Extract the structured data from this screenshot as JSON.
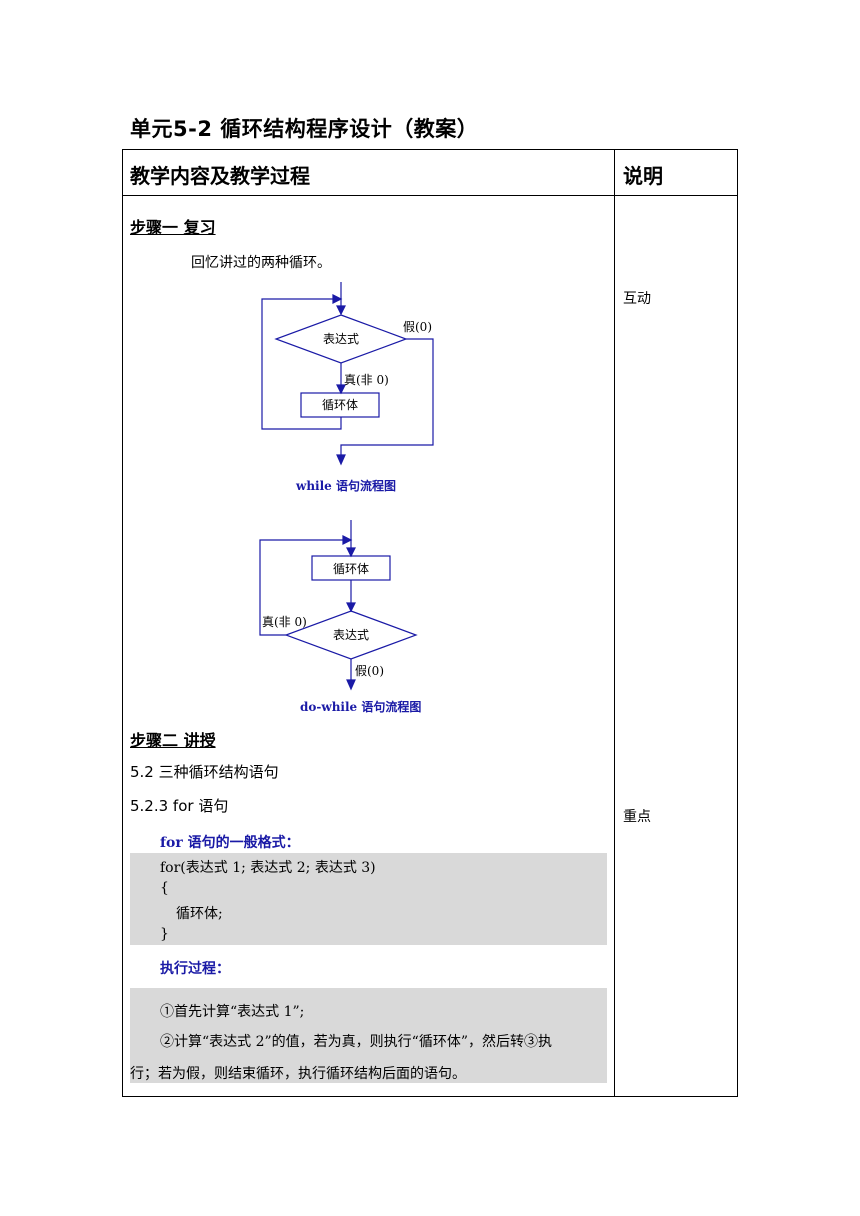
{
  "title": "单元5-2 循环结构程序设计（教案）",
  "table": {
    "col1_header": "教学内容及教学过程",
    "col2_header": "说明"
  },
  "step1": {
    "heading": "步骤一 复习",
    "intro": "回忆讲过的两种循环。",
    "note": "互动",
    "while_chart": {
      "cond": "表达式",
      "body": "循环体",
      "false_label": "假(0)",
      "true_label": "真(非 0)",
      "caption": "while 语句流程图"
    },
    "dowhile_chart": {
      "cond": "表达式",
      "body": "循环体",
      "false_label": "假(0)",
      "true_label": "真(非 0)",
      "caption": "do-while 语句流程图"
    }
  },
  "step2": {
    "heading": "步骤二 讲授",
    "section": "5.2 三种循环结构语句",
    "subsection": "5.2.3 for 语句",
    "note": "重点",
    "format_label": "for 语句的一般格式：",
    "code_lines": [
      "for(表达式 1; 表达式 2; 表达式 3)",
      "{",
      "循环体;",
      "}"
    ],
    "process_label": "执行过程：",
    "process_lines": [
      "①首先计算“表达式 1”;",
      "②计算“表达式 2”的值，若为真，则执行“循环体”，然后转③执",
      "行；若为假，则结束循环，执行循环结构后面的语句。"
    ]
  },
  "colors": {
    "flow": "#1a1aa6",
    "shade": "#d9d9d9"
  }
}
